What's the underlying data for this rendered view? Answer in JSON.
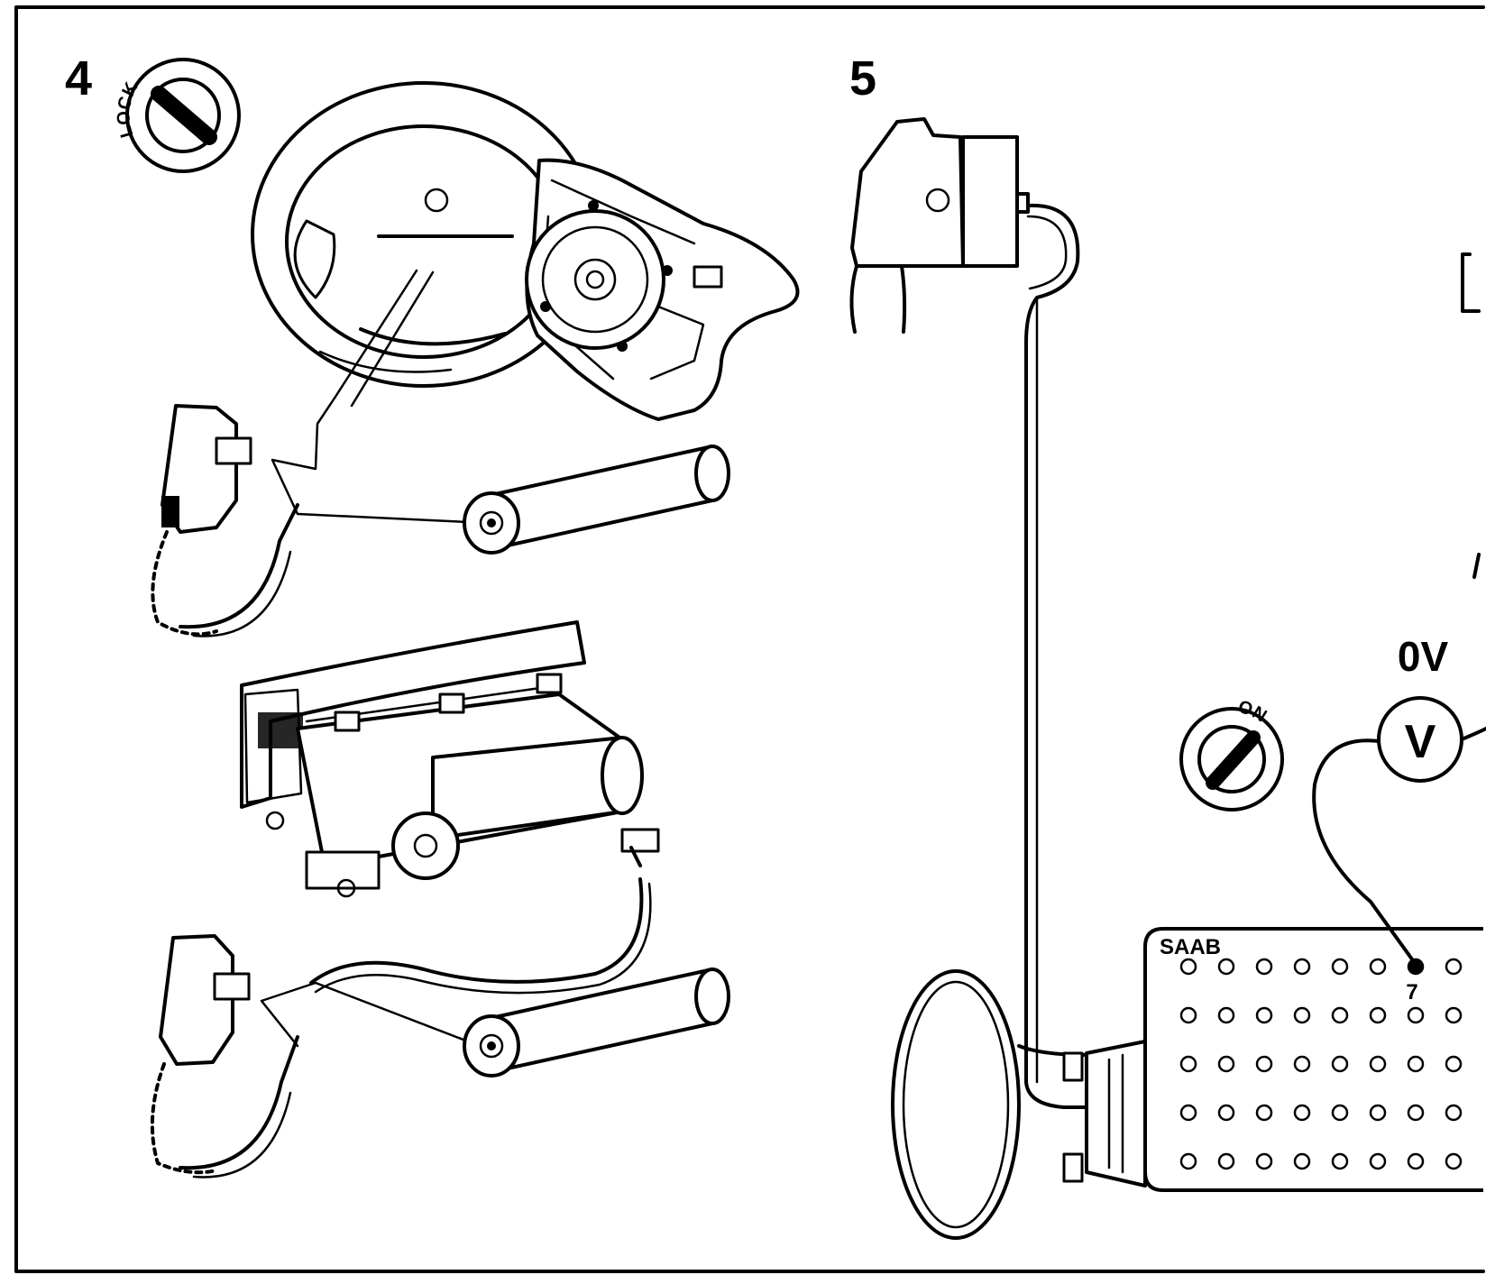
{
  "panels": [
    {
      "step": "4",
      "key_position": "LOCK"
    },
    {
      "step": "5",
      "key_position": "ON",
      "voltage_reading": "0V",
      "meter_symbol": "V"
    }
  ],
  "tester_box": {
    "brand": "SAAB",
    "pin_label": "7",
    "rows": 5,
    "columns_visible": 8,
    "highlighted_pin": {
      "row": 1,
      "column": 7
    }
  },
  "icons": {
    "ignition_key": "ignition-key-icon",
    "voltmeter": "voltmeter-icon",
    "steering_wheel": "steering-wheel-icon",
    "airbag_module": "airbag-module-icon",
    "dummy_resistor": "dummy-resistor-icon"
  }
}
